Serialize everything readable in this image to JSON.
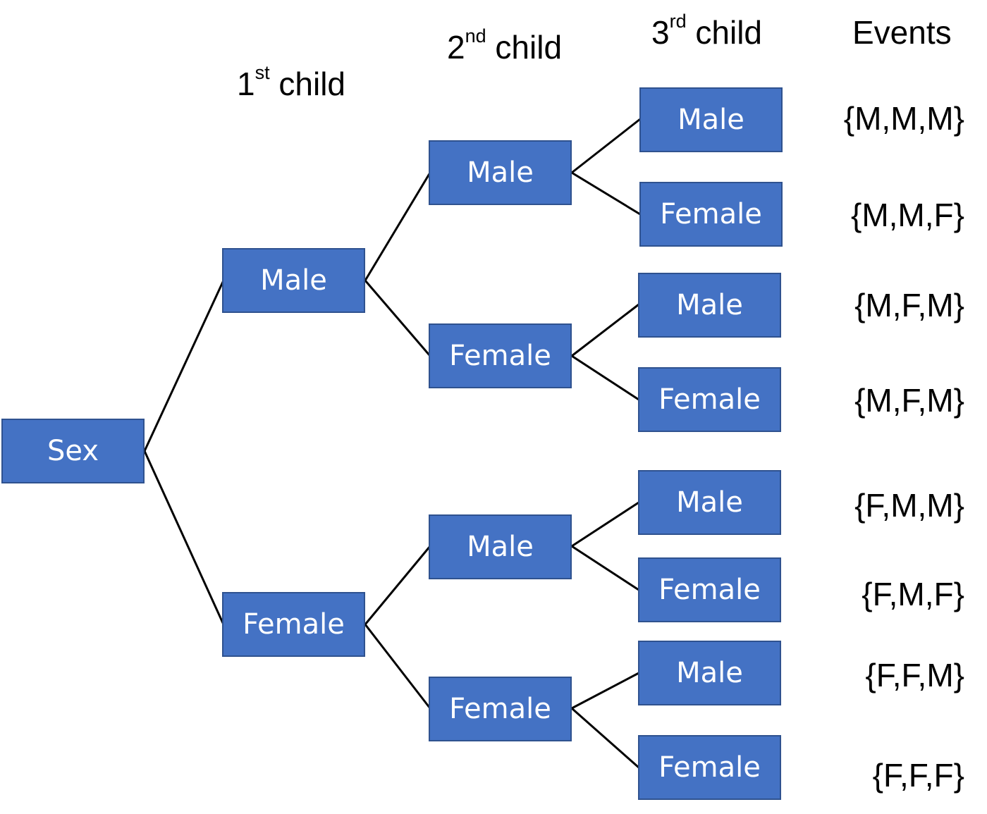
{
  "colors": {
    "node_fill": "#4472c4",
    "node_border": "#2f528f",
    "edge": "#000000",
    "text": "#000000"
  },
  "headers": {
    "first": {
      "number": "1",
      "suffix": "st",
      "word": "child"
    },
    "second": {
      "number": "2",
      "suffix": "nd",
      "word": "child"
    },
    "third": {
      "number": "3",
      "suffix": "rd",
      "word": "child"
    },
    "events": "Events"
  },
  "nodes": {
    "root": "Sex",
    "c1_male": "Male",
    "c1_female": "Female",
    "c2_mm": "Male",
    "c2_mf": "Female",
    "c2_fm": "Male",
    "c2_ff": "Female",
    "c3_mmm": "Male",
    "c3_mmf": "Female",
    "c3_mfm": "Male",
    "c3_mff": "Female",
    "c3_fmm": "Male",
    "c3_fmf": "Female",
    "c3_ffm": "Male",
    "c3_fff": "Female"
  },
  "events": [
    "{M,M,M}",
    "{M,M,F}",
    "{M,F,M}",
    "{M,F,M}",
    "{F,M,M}",
    "{F,M,F}",
    "{F,F,M}",
    "{F,F,F}"
  ]
}
